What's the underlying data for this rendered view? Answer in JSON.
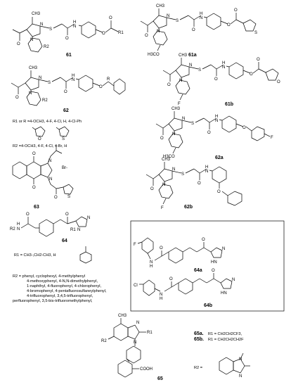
{
  "compounds": {
    "c61": "61",
    "c61a": "61a",
    "c61b": "61b",
    "c62": "62",
    "c62a": "62a",
    "c62b": "62b",
    "c63": "63",
    "c64": "64",
    "c64a": "64a",
    "c64b": "64b",
    "c65": "65",
    "c65a": "65a.",
    "c65b": "65b."
  },
  "atoms": {
    "N": "N",
    "O": "O",
    "S": "S",
    "H": "H",
    "F": "F",
    "Cl": "Cl",
    "Br": "Br-",
    "R": "R",
    "R1": "R1",
    "R2": "R2",
    "CH3": "CH3",
    "OCH3": "H3CO",
    "COOH": "COOH",
    "NH": "HN"
  },
  "definitions": {
    "r1_or_r": "R1 or R =4-OCH3, 4-F, 4-Cl, H, 4-Cl-Ph",
    "r2_62": "R2 =4-OCH3, 4-F, 4-Cl, 4-Br, H",
    "r1_64": "R1 = CH3-,CH2-CH3, H",
    "r2_64_line1": "R2 = phenyl, cyclophexyl, 4-methylphenyl",
    "r2_64_line2": "4-methoxyphenyl, 4-N,N-dimethylphenyl,",
    "r2_64_line3": "1-naphthyl, 4-fluorophenyl, 4-chlorophenyl,",
    "r2_64_line4": "4-bromophenyl, 4-pentafluorosulfaneylphenyl,",
    "r2_64_line5": "4-trifluorophenyl, 3,4,5-trifluorophenyl,",
    "r2_64_line6": "perfluorophenyl, 3,5-bis-trifluoromethylphenyl,",
    "r1_65a": "R1 = CH2CH2CF3,",
    "r1_65b": "R1 = CH2CH2CH2F",
    "r2_65": "R2 ="
  }
}
